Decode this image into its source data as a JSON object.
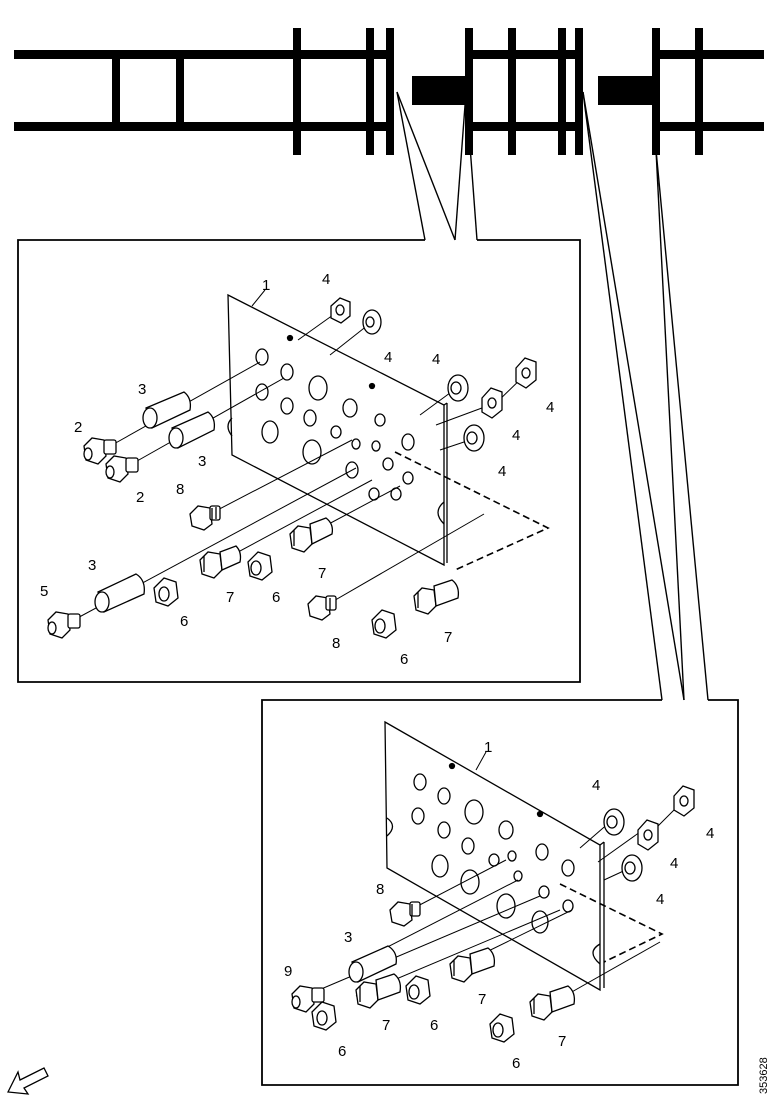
{
  "reference_code": "353628",
  "colors": {
    "ink": "#000000",
    "paper": "#ffffff"
  },
  "direction_indicator": "arrow-down-left-icon",
  "detail_views": [
    {
      "name": "upper-detail",
      "callouts": [
        "1",
        "2",
        "2",
        "3",
        "3",
        "3",
        "4",
        "4",
        "4",
        "4",
        "4",
        "4",
        "5",
        "6",
        "6",
        "6",
        "7",
        "7",
        "7",
        "8",
        "8"
      ]
    },
    {
      "name": "lower-detail",
      "callouts": [
        "1",
        "3",
        "4",
        "4",
        "4",
        "4",
        "6",
        "6",
        "6",
        "7",
        "7",
        "7",
        "8",
        "9"
      ]
    }
  ]
}
